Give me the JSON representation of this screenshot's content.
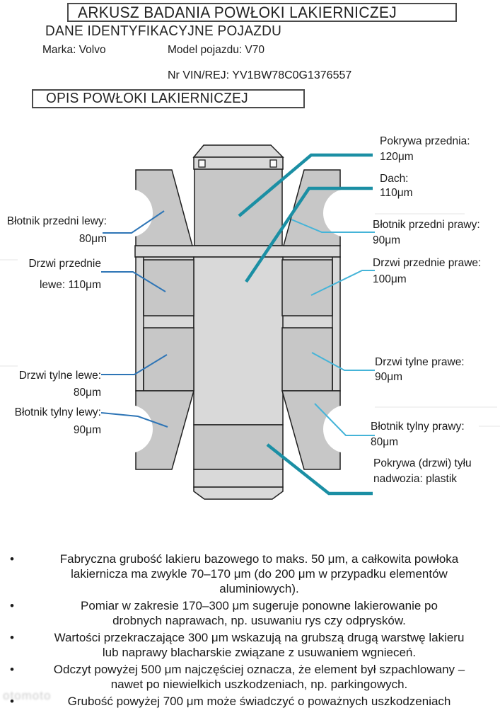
{
  "header": {
    "title": "ARKUSZ BADANIA POWŁOKI LAKIERNICZEJ",
    "vehicle_section_title": "DANE IDENTYFIKACYJNE POJAZDU",
    "make": "Marka: Volvo",
    "model": "Model pojazdu: V70",
    "vin": "Nr VIN/REJ: YV1BW78C0G1376557",
    "coating_section_title": "OPIS POWŁOKI LAKIERNICZEJ"
  },
  "diagram": {
    "colors": {
      "panel_dark": "#c7c7c7",
      "panel_light": "#d9d9d9",
      "outline": "#1f1f1f",
      "teal": "#1b8fa4",
      "blue": "#2e75b6",
      "lightblue": "#45b4d8",
      "faint_line": "#e9e9e9"
    },
    "labels": {
      "hood": {
        "name": "Pokrywa przednia:",
        "value": "120μm"
      },
      "roof": {
        "name": "Dach:",
        "value": "110μm"
      },
      "front_fender_left": {
        "name": "Błotnik przedni lewy:",
        "value": "80μm"
      },
      "front_fender_right": {
        "name": "Błotnik przedni prawy:",
        "value": "90μm"
      },
      "front_door_left": {
        "name": "Drzwi przednie",
        "value": "lewe: 110μm"
      },
      "front_door_right": {
        "name": "Drzwi przednie prawe:",
        "value": "100μm"
      },
      "rear_door_left": {
        "name": "Drzwi tylne lewe:",
        "value": "80μm"
      },
      "rear_door_right": {
        "name": "Drzwi tylne prawe:",
        "value": "90μm"
      },
      "rear_fender_left": {
        "name": "Błotnik tylny lewy:",
        "value": "90μm"
      },
      "rear_fender_right": {
        "name": "Błotnik tylny prawy:",
        "value": "80μm"
      },
      "tailgate": {
        "name": "Pokrywa (drzwi) tyłu",
        "value": "nadwozia: plastik"
      }
    }
  },
  "notes": {
    "bullet_char": "•",
    "bullets": [
      {
        "lines": [
          "Fabryczna grubość lakieru bazowego to maks. 50 μm, a całkowita powłoka",
          "lakiernicza ma zwykle 70–170 μm (do 200 μm w przypadku elementów",
          "aluminiowych)."
        ]
      },
      {
        "lines": [
          "Pomiar w zakresie 170–300 μm sugeruje ponowne lakierowanie po",
          "drobnych naprawach, np. usuwaniu rys czy odprysków."
        ]
      },
      {
        "lines": [
          "Wartości przekraczające 300 μm wskazują na grubszą drugą warstwę lakieru",
          "lub naprawy blacharskie związane z usuwaniem wgnieceń."
        ]
      },
      {
        "lines": [
          "Odczyt powyżej 500 μm najczęściej oznacza, że element był szpachlowany –",
          "nawet po niewielkich uszkodzeniach, np. parkingowych."
        ]
      },
      {
        "lines": [
          "Grubość powyżej 700 μm może świadczyć o poważnych uszkodzeniach"
        ]
      }
    ]
  },
  "watermark": "otomoto"
}
